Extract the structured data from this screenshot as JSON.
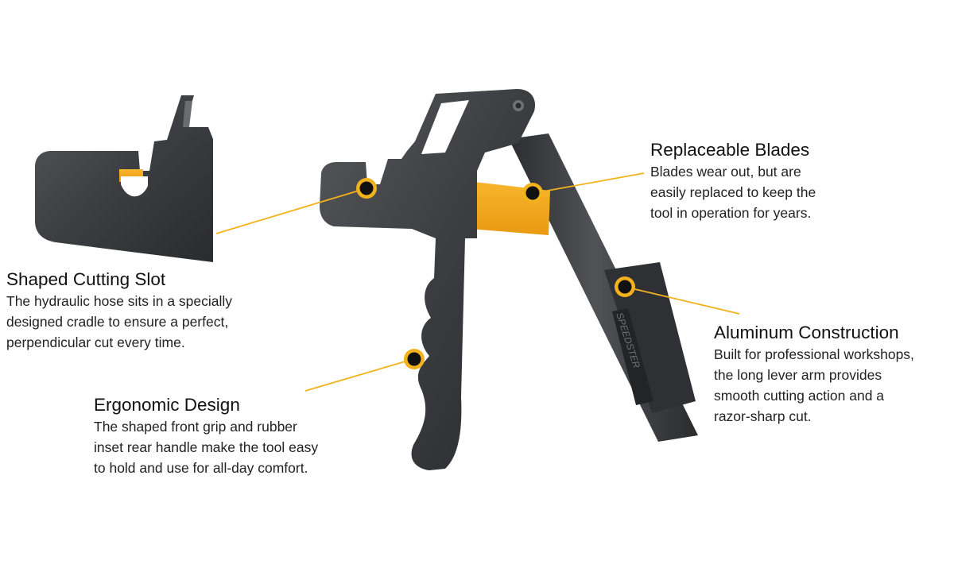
{
  "colors": {
    "tool_body": "#3b3d40",
    "blade": "#f4a71c",
    "leader_line": "#f2b21d",
    "marker_ring": "#f2b21d",
    "marker_core": "#111111"
  },
  "tool": {
    "brand_text": "SPEEDSTER"
  },
  "callouts": {
    "slot": {
      "title": "Shaped Cutting Slot",
      "body": "The hydraulic hose sits in a specially\ndesigned cradle to ensure a perfect,\nperpendicular cut every time."
    },
    "ergonomic": {
      "title": "Ergonomic Design",
      "body": "The shaped front grip and rubber\ninset rear handle make the tool easy\nto hold and use for all-day comfort."
    },
    "blades": {
      "title": "Replaceable Blades",
      "body": "Blades wear out, but are\neasily replaced to keep the\ntool in operation for years."
    },
    "aluminum": {
      "title": "Aluminum Construction",
      "body": "Built for professional workshops,\nthe long lever arm provides\nsmooth cutting action and a\nrazor-sharp cut."
    }
  }
}
